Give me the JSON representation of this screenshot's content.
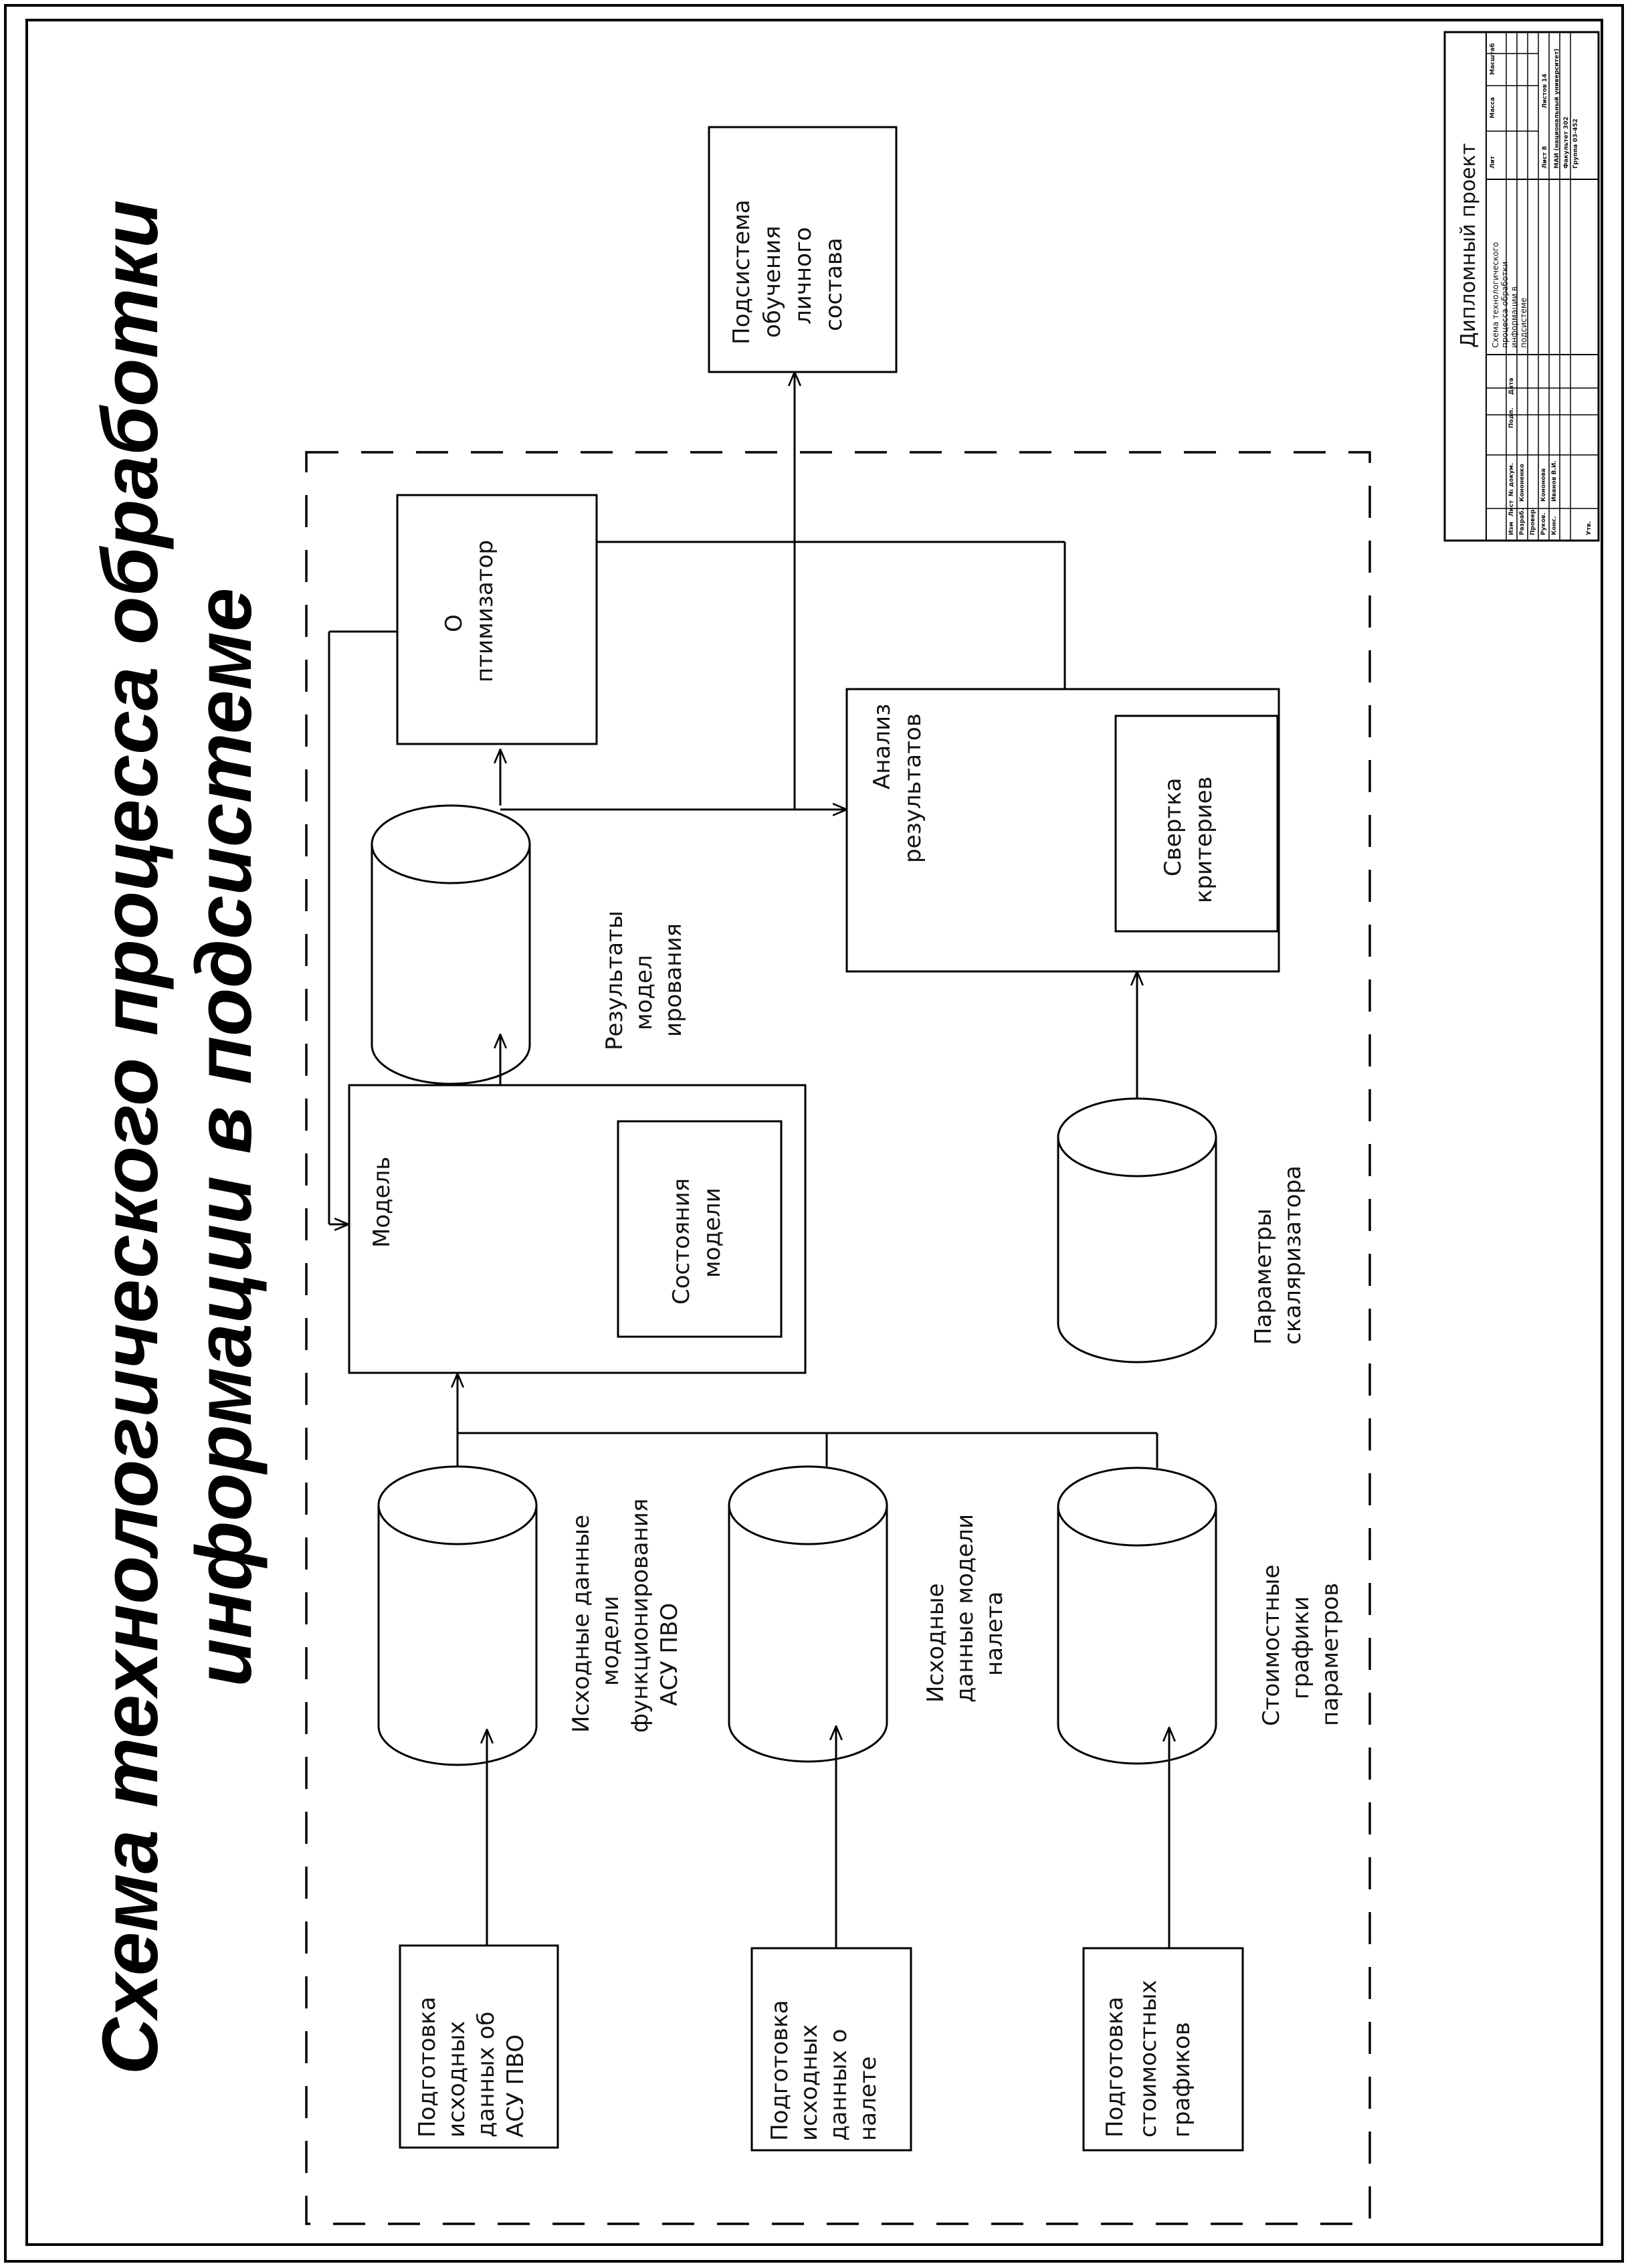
{
  "title": {
    "line1": "Схема технологического процесса обработки",
    "line2": "информации в подсистеме"
  },
  "boxes": {
    "prep_asu": [
      "Подготовка",
      "исходных",
      "данных об",
      "АСУ ПВО"
    ],
    "prep_nalet": [
      "Подготовка",
      "исходных",
      "данных о",
      "налете"
    ],
    "prep_cost": [
      "Подготовка",
      "стоимостных",
      "графиков"
    ],
    "model_title": "Модель",
    "model_states": [
      "Состояния",
      "модели"
    ],
    "optimizer": [
      "О",
      "птимизатор"
    ],
    "analysis_title": [
      "Анализ",
      "результатов"
    ],
    "criteria": [
      "Свертка",
      "критериев"
    ],
    "training": [
      "Подсистема",
      "обучения",
      "личного",
      "состава"
    ]
  },
  "databases": {
    "db_asu": [
      "Исходные  данные",
      "модели",
      "функционирования",
      "АСУ ПВО"
    ],
    "db_nalet": [
      "Исходные",
      "данные модели",
      "налета"
    ],
    "db_cost": [
      "Стоимостные",
      "графики",
      "параметров"
    ],
    "db_results": [
      "Результаты",
      "модел",
      "ирования"
    ],
    "db_scalar": [
      "Параметры",
      "скаляризатора"
    ]
  },
  "stamp": {
    "project": "Дипломный проект",
    "doc_title": [
      "Схема технологического",
      "процесса обработки",
      "информации в",
      "подсистеме"
    ],
    "cols": [
      "Лит",
      "Масса",
      "Масштаб"
    ],
    "sheet": "Лист 8",
    "sheets": "Листов 14",
    "org": [
      "МАИ (национальный университет)",
      "Факультет 302",
      "Группа 03-452"
    ],
    "rows": [
      "Изм",
      "Лист",
      "№ докум.",
      "Подп.",
      "Дата",
      "Разраб.",
      "Кононенко",
      "Провер.",
      "Руков.",
      "Кононова",
      "Конс.",
      "Иванов В.И.",
      "Утв."
    ]
  }
}
